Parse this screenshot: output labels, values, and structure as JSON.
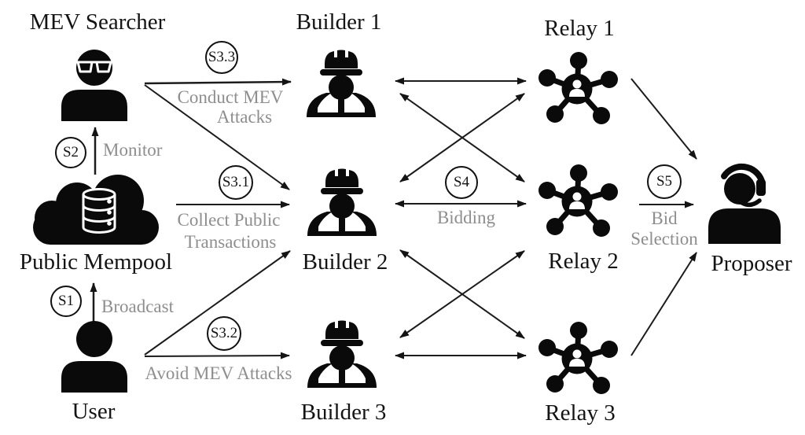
{
  "nodes": {
    "mev_searcher": "MEV Searcher",
    "public_mempool": "Public Mempool",
    "user": "User",
    "builder1": "Builder 1",
    "builder2": "Builder 2",
    "builder3": "Builder 3",
    "relay1": "Relay 1",
    "relay2": "Relay 2",
    "relay3": "Relay 3",
    "proposer": "Proposer"
  },
  "steps": {
    "s1": {
      "badge": "S1",
      "label": "Broadcast"
    },
    "s2": {
      "badge": "S2",
      "label": "Monitor"
    },
    "s3_1": {
      "badge": "S3.1",
      "line1": "Collect Public",
      "line2": "Transactions"
    },
    "s3_2": {
      "badge": "S3.2",
      "label": "Avoid MEV Attacks"
    },
    "s3_3": {
      "badge": "S3.3",
      "line1": "Conduct MEV",
      "line2": "Attacks"
    },
    "s4": {
      "badge": "S4",
      "label": "Bidding"
    },
    "s5": {
      "badge": "S5",
      "line1": "Bid",
      "line2": "Selection"
    }
  },
  "colors": {
    "ink": "#141414",
    "icon": "#0a0a0a",
    "annotation": "#8e8e8e",
    "background": "#ffffff"
  }
}
